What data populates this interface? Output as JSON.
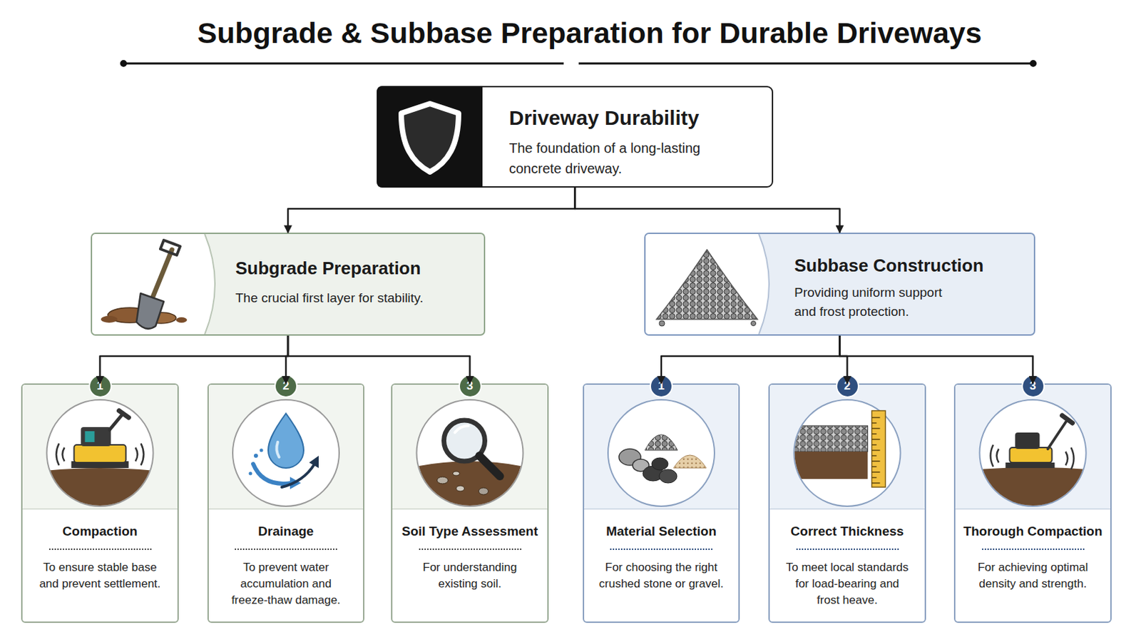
{
  "diagram": {
    "title": "Subgrade & Subbase Preparation for Durable Driveways",
    "nodes": [
      {
        "text": [
          "Driveway Durability",
          "The foundation of a long-lasting concrete driveway."
        ]
      },
      {
        "text": [
          "Subgrade Preparation",
          "The crucial first layer for stability."
        ]
      },
      {
        "text": [
          "Subbase Construction",
          "Providing uniform support and frost protection."
        ]
      },
      {
        "text": [
          "Compaction",
          "To ensure stable base and prevent settlement."
        ]
      },
      {
        "text": [
          "Drainage",
          "To prevent water accumulation and freeze-thaw damage."
        ]
      },
      {
        "text": [
          "Soil Type Assessment",
          "For understanding existing soil."
        ]
      },
      {
        "text": [
          "Material Selection",
          "For choosing the right crushed stone or gravel."
        ]
      },
      {
        "text": [
          "Correct Thickness",
          "To meet local standards for load-bearing and frost heave."
        ]
      },
      {
        "text": [
          "Thorough Compaction",
          "For achieving optimal density and strength."
        ]
      }
    ],
    "edges": [
      {
        "from": 0,
        "to": 1,
        "arrow": "to"
      },
      {
        "from": 0,
        "to": 2,
        "arrow": "to"
      },
      {
        "from": 1,
        "to": 3,
        "arrow": "to"
      },
      {
        "from": 1,
        "to": 4,
        "arrow": "to"
      },
      {
        "from": 1,
        "to": 5,
        "arrow": "to"
      },
      {
        "from": 2,
        "to": 6,
        "arrow": "to"
      },
      {
        "from": 2,
        "to": 7,
        "arrow": "to"
      },
      {
        "from": 2,
        "to": 8,
        "arrow": "to"
      }
    ],
    "labels": [
      "1",
      "2",
      "3",
      "1",
      "2",
      "3"
    ]
  }
}
